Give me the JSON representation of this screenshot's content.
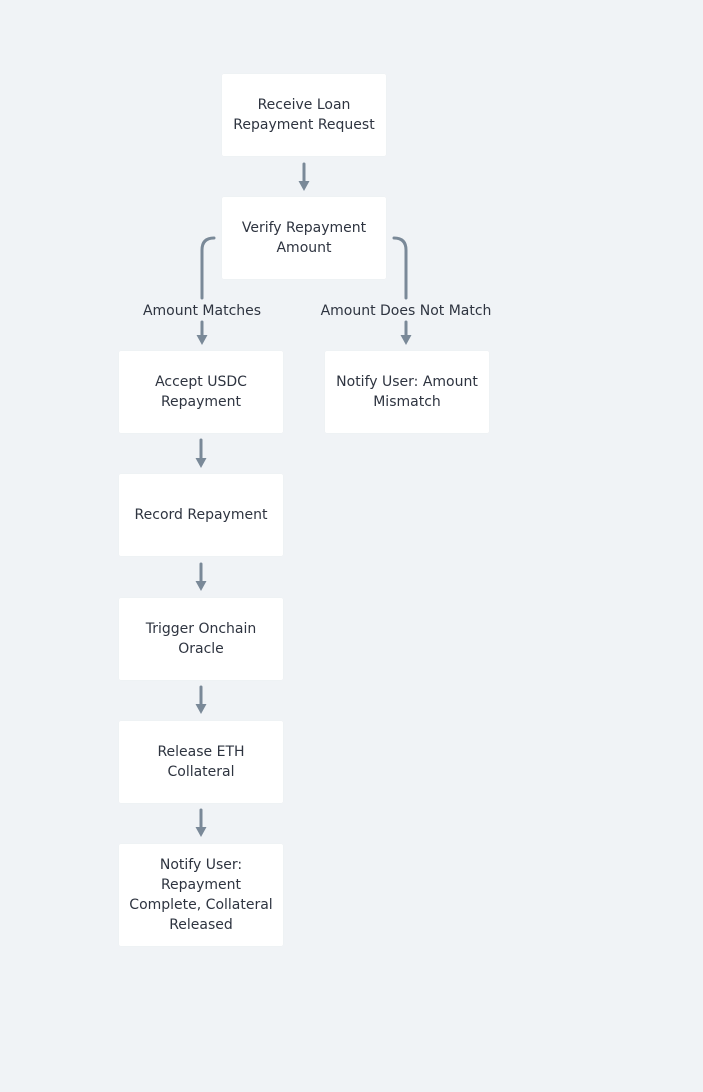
{
  "diagram": {
    "nodes": {
      "receive": "Receive Loan Repayment Request",
      "verify": "Verify Repayment Amount",
      "accept": "Accept USDC Repayment",
      "mismatch": "Notify User: Amount Mismatch",
      "record": "Record Repayment",
      "oracle": "Trigger Onchain Oracle",
      "release": "Release ETH Collateral",
      "complete": "Notify User: Repayment Complete, Collateral Released"
    },
    "edge_labels": {
      "matches": "Amount Matches",
      "not_match": "Amount Does Not Match"
    },
    "colors": {
      "background": "#f0f3f6",
      "node_fill": "#ffffff",
      "edge": "#7a8998",
      "text": "#2e3440"
    }
  }
}
